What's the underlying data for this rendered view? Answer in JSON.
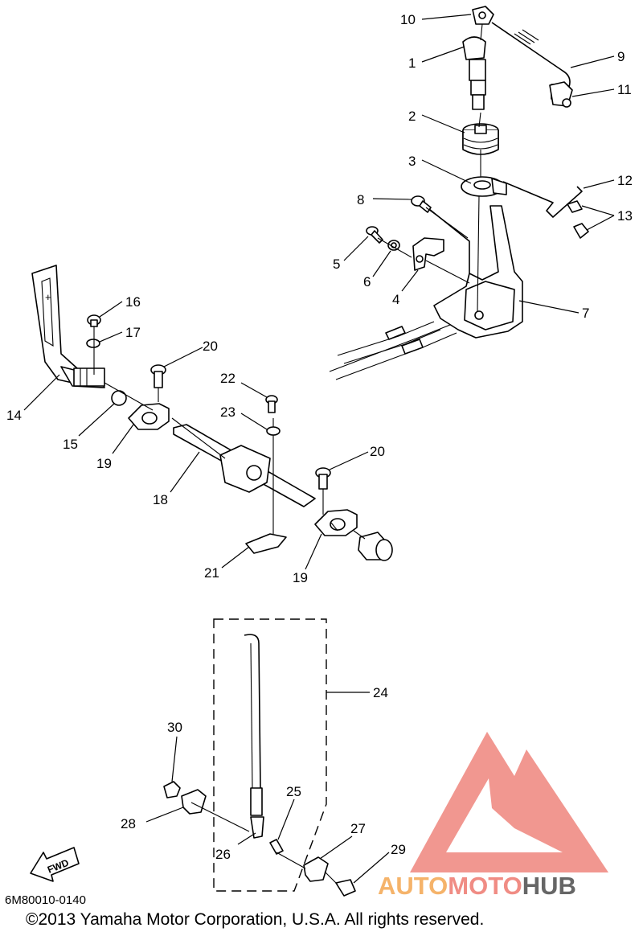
{
  "callouts": [
    {
      "id": "1",
      "label": "1"
    },
    {
      "id": "2",
      "label": "2"
    },
    {
      "id": "3",
      "label": "3"
    },
    {
      "id": "4",
      "label": "4"
    },
    {
      "id": "5",
      "label": "5"
    },
    {
      "id": "6",
      "label": "6"
    },
    {
      "id": "7",
      "label": "7"
    },
    {
      "id": "8",
      "label": "8"
    },
    {
      "id": "9",
      "label": "9"
    },
    {
      "id": "10",
      "label": "10"
    },
    {
      "id": "11",
      "label": "11"
    },
    {
      "id": "12",
      "label": "12"
    },
    {
      "id": "13",
      "label": "13"
    },
    {
      "id": "14",
      "label": "14"
    },
    {
      "id": "15",
      "label": "15"
    },
    {
      "id": "16",
      "label": "16"
    },
    {
      "id": "17",
      "label": "17"
    },
    {
      "id": "18",
      "label": "18"
    },
    {
      "id": "19a",
      "label": "19"
    },
    {
      "id": "19b",
      "label": "19"
    },
    {
      "id": "20a",
      "label": "20"
    },
    {
      "id": "20b",
      "label": "20"
    },
    {
      "id": "21",
      "label": "21"
    },
    {
      "id": "22",
      "label": "22"
    },
    {
      "id": "23",
      "label": "23"
    },
    {
      "id": "24",
      "label": "24"
    },
    {
      "id": "25",
      "label": "25"
    },
    {
      "id": "26",
      "label": "26"
    },
    {
      "id": "27",
      "label": "27"
    },
    {
      "id": "28",
      "label": "28"
    },
    {
      "id": "29",
      "label": "29"
    },
    {
      "id": "30",
      "label": "30"
    }
  ],
  "fwd_label": "FWD",
  "diagram_code": "6M80010-0140",
  "copyright": "©2013 Yamaha Motor Corporation, U.S.A. All rights reserved.",
  "watermark": {
    "part1": "AUTO",
    "part2": "MOTO",
    "part3": "HUB",
    "color_triangle": "#f08c84",
    "color_auto": "#f5b36a",
    "color_moto": "#f08c84",
    "color_hub": "#666666"
  }
}
